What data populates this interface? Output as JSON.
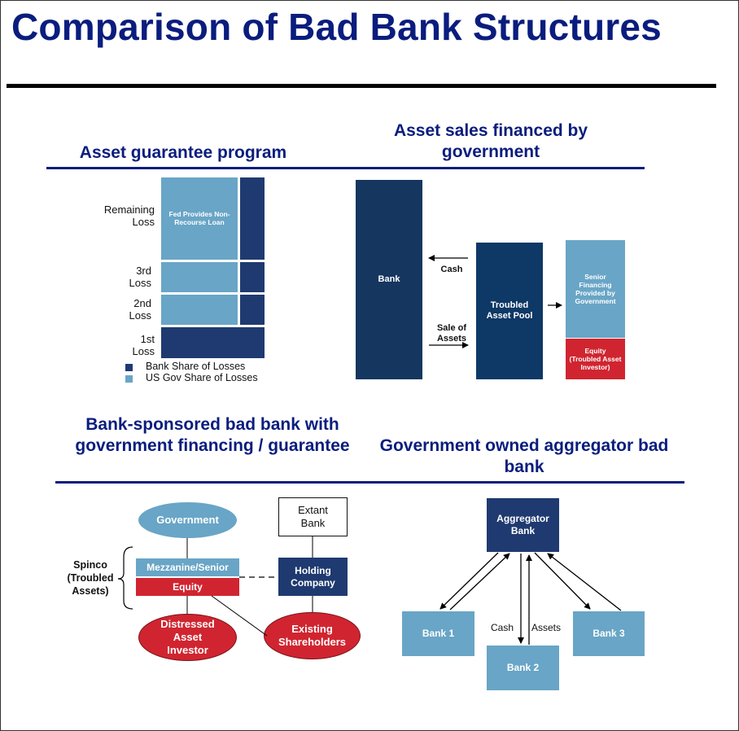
{
  "title": "Comparison of Bad Bank Structures",
  "colors": {
    "navy": "#0a1d7e",
    "light_blue": "#69a5c6",
    "dark_blue": "#1f3a70",
    "red": "#d02530"
  },
  "agp": {
    "heading": "Asset guarantee program",
    "loss_labels": {
      "remaining": "Remaining Loss",
      "third": "3rd Loss",
      "second": "2nd Loss",
      "first": "1st Loss"
    },
    "fed_text": "Fed Provides Non-Recourse Loan",
    "legend": {
      "bank": "Bank Share of Losses",
      "gov": "US Gov Share of Losses"
    }
  },
  "asset_sales": {
    "heading": "Asset sales financed by government",
    "bank": "Bank",
    "cash": "Cash",
    "sale_of_assets": "Sale of Assets",
    "pool": "Troubled Asset Pool",
    "senior": "Senior Financing Provided by Government",
    "equity": "Equity (Troubled Asset Investor)"
  },
  "sponsored": {
    "heading": "Bank-sponsored bad bank with government financing / guarantee",
    "government": "Government",
    "extant_bank": "Extant Bank",
    "spinco": "Spinco (Troubled Assets)",
    "mezzanine": "Mezzanine/Senior",
    "equity": "Equity",
    "holding": "Holding Company",
    "distressed": "Distressed Asset Investor",
    "existing": "Existing Shareholders"
  },
  "aggregator": {
    "heading": "Government owned aggregator bad bank",
    "agg_bank": "Aggregator Bank",
    "bank1": "Bank 1",
    "bank2": "Bank 2",
    "bank3": "Bank 3",
    "cash": "Cash",
    "assets": "Assets"
  }
}
